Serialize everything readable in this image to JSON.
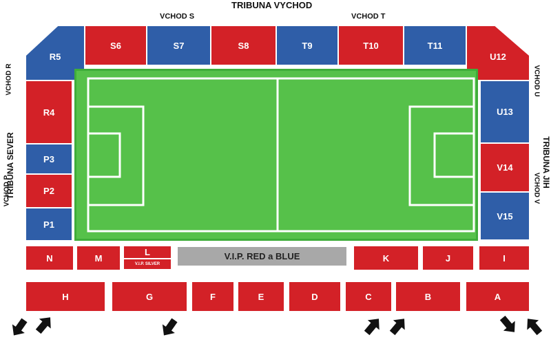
{
  "labels": {
    "east_stand": "TRIBUNA VYCHOD",
    "north_stand": "TRIBUNA SEVER",
    "south_stand": "TRIBUNA JIH",
    "gate_s": "VCHOD S",
    "gate_t": "VCHOD T",
    "gate_r": "VCHOD R",
    "gate_p": "VCHOD P",
    "gate_u": "VCHOD U",
    "gate_v": "VCHOD V"
  },
  "sections": {
    "R5": "R5",
    "S6": "S6",
    "S7": "S7",
    "S8": "S8",
    "T9": "T9",
    "T10": "T10",
    "T11": "T11",
    "U12": "U12",
    "R4": "R4",
    "P3": "P3",
    "P2": "P2",
    "P1": "P1",
    "U13": "U13",
    "V14": "V14",
    "V15": "V15",
    "N": "N",
    "M": "M",
    "L": "L",
    "L_sub": "V.I.P. SILVER",
    "VIP": "V.I.P. RED a BLUE",
    "K": "K",
    "J": "J",
    "I": "I",
    "H": "H",
    "G": "G",
    "F": "F",
    "E": "E",
    "D": "D",
    "C": "C",
    "B": "B",
    "A": "A"
  },
  "colors": {
    "red": "#d32127",
    "blue": "#2f5ea8",
    "pitch": "#3fad3a",
    "vip": "#a8a8a8"
  }
}
